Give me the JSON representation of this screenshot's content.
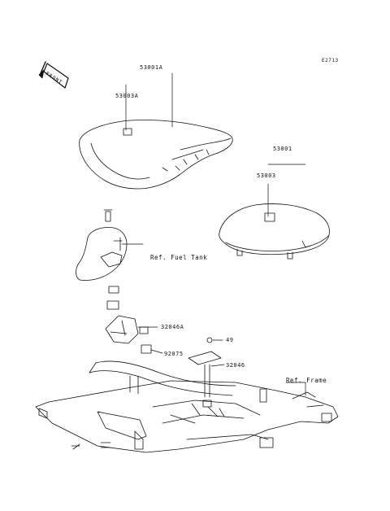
{
  "diagram_code": "E2713",
  "front_badge": {
    "text": "FRONT"
  },
  "labels": {
    "seat_front_assy": "53001A",
    "seat_front": "53003A",
    "seat_rear_assy": "53001",
    "seat_rear": "53003",
    "ref_fuel_tank": "Ref. Fuel Tank",
    "bracket": "32046A",
    "damper": "92075",
    "bolt": "49",
    "stay": "32046",
    "ref_frame": "Ref. Frame"
  },
  "colors": {
    "line": "#111111",
    "background": "#ffffff"
  }
}
